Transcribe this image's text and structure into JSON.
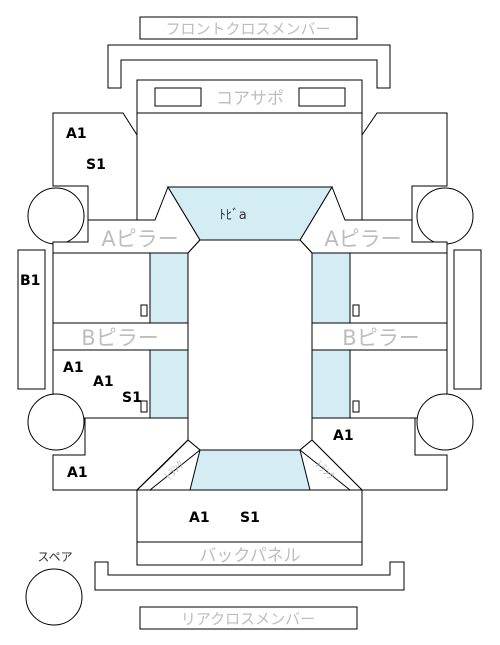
{
  "colors": {
    "panel_fill": "#d4ecf4",
    "stroke": "#000000",
    "label_gray": "#bdbdbd"
  },
  "labels": {
    "front_cross_member": "フロントクロスメンバー",
    "core_support": "コアサポ",
    "a_pillar_left": "Aピラー",
    "a_pillar_right": "Aピラー",
    "b_pillar_left": "Bピラー",
    "b_pillar_right": "Bピラー",
    "dash": "ﾄﾋﾞa",
    "trunk_left": "ﾄﾗﾝｸ",
    "trunk_right": "ﾄﾗﾝｸ",
    "back_panel": "バックパネル",
    "rear_cross_member": "リアクロスメンバー",
    "spare": "スペア"
  },
  "marks": {
    "front_left_a1": "A1",
    "front_left_s1": "S1",
    "left_b1": "B1",
    "rear_left_a1_1": "A1",
    "rear_left_a1_2": "A1",
    "rear_left_s1": "S1",
    "rear_left_a1_3": "A1",
    "rear_right_a1": "A1",
    "rear_a1": "A1",
    "rear_s1": "S1"
  }
}
